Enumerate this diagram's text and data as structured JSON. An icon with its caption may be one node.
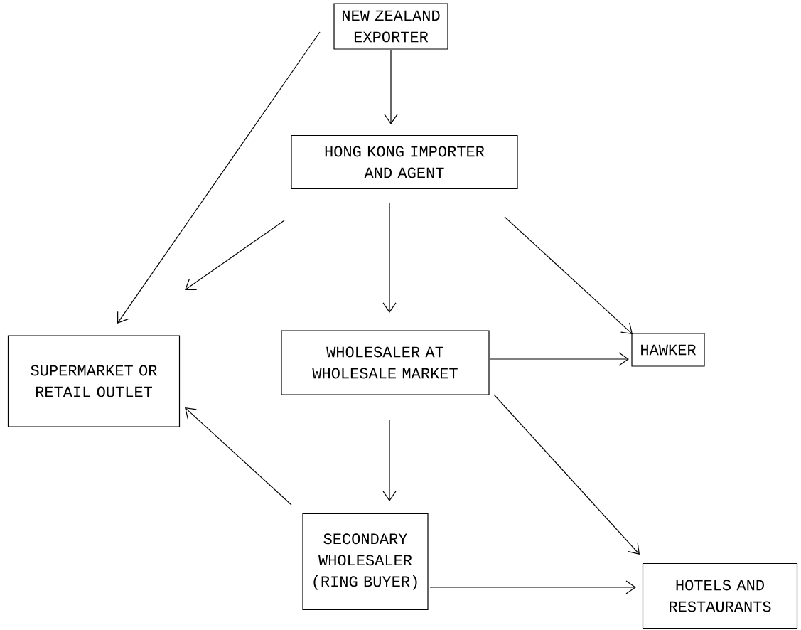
{
  "diagram": {
    "nodes": [
      {
        "text": [
          "NEW ZEALAND EXPORTER"
        ]
      },
      {
        "text": [
          "HONG KONG IMPORTER AND AGENT"
        ]
      },
      {
        "text": [
          "SUPERMARKET OR RETAIL OUTLET"
        ]
      },
      {
        "text": [
          "WHOLESALER AT WHOLESALE MARKET"
        ]
      },
      {
        "text": [
          "HAWKER"
        ]
      },
      {
        "text": [
          "SECONDARY WHOLESALER (RING BUYER)"
        ]
      },
      {
        "text": [
          "HOTELS AND RESTAURANTS"
        ]
      }
    ],
    "edges": [
      {
        "from": 0,
        "to": 1,
        "arrow": "to"
      },
      {
        "from": 0,
        "to": 2,
        "arrow": "to"
      },
      {
        "from": 1,
        "to": 2,
        "arrow": "to"
      },
      {
        "from": 1,
        "to": 3,
        "arrow": "to"
      },
      {
        "from": 1,
        "to": 4,
        "arrow": "to"
      },
      {
        "from": 3,
        "to": 4,
        "arrow": "to"
      },
      {
        "from": 3,
        "to": 6,
        "arrow": "to"
      },
      {
        "from": 3,
        "to": 5,
        "arrow": "to"
      },
      {
        "from": 5,
        "to": 2,
        "arrow": "to"
      },
      {
        "from": 5,
        "to": 6,
        "arrow": "to"
      }
    ]
  }
}
